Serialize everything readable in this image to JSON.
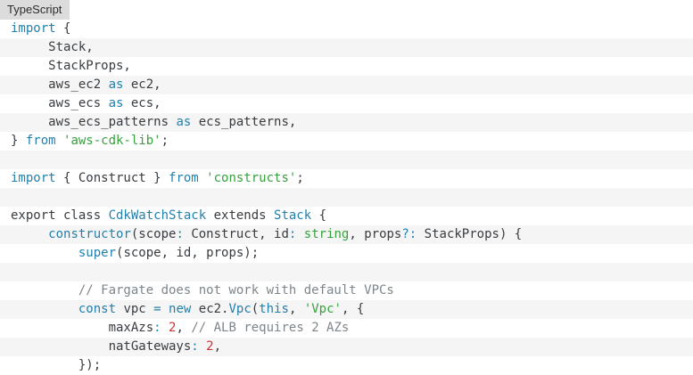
{
  "code_block": {
    "language_label": "TypeScript",
    "colors": {
      "keyword": "#2280ad",
      "type_name": "#2280ad",
      "string": "#38a13e",
      "number": "#ca3632",
      "comment": "#7d868c",
      "plain": "#383c40",
      "stripe_row": "#f5f5f5",
      "label_bg": "#dcdcdc",
      "label_text": "#2b2b2b",
      "background": "#ffffff"
    },
    "lines": [
      {
        "tokens": [
          [
            "k",
            "import"
          ],
          [
            "d",
            " {"
          ]
        ]
      },
      {
        "tokens": [
          [
            "d",
            "     Stack,"
          ]
        ]
      },
      {
        "tokens": [
          [
            "d",
            "     StackProps,"
          ]
        ]
      },
      {
        "tokens": [
          [
            "d",
            "     aws_ec2 "
          ],
          [
            "k",
            "as"
          ],
          [
            "d",
            " ec2,"
          ]
        ]
      },
      {
        "tokens": [
          [
            "d",
            "     aws_ecs "
          ],
          [
            "k",
            "as"
          ],
          [
            "d",
            " ecs,"
          ]
        ]
      },
      {
        "tokens": [
          [
            "d",
            "     aws_ecs_patterns "
          ],
          [
            "k",
            "as"
          ],
          [
            "d",
            " ecs_patterns,"
          ]
        ]
      },
      {
        "tokens": [
          [
            "d",
            "} "
          ],
          [
            "k",
            "from"
          ],
          [
            "d",
            " "
          ],
          [
            "s",
            "'aws-cdk-lib'"
          ],
          [
            "d",
            ";"
          ]
        ]
      },
      {
        "tokens": []
      },
      {
        "tokens": [
          [
            "k",
            "import"
          ],
          [
            "d",
            " { Construct } "
          ],
          [
            "k",
            "from"
          ],
          [
            "d",
            " "
          ],
          [
            "s",
            "'constructs'"
          ],
          [
            "d",
            ";"
          ]
        ]
      },
      {
        "tokens": []
      },
      {
        "tokens": [
          [
            "d",
            "export class "
          ],
          [
            "t",
            "CdkWatchStack"
          ],
          [
            "d",
            " extends "
          ],
          [
            "t",
            "Stack"
          ],
          [
            "d",
            " {"
          ]
        ]
      },
      {
        "tokens": [
          [
            "d",
            "     "
          ],
          [
            "k",
            "constructor"
          ],
          [
            "d",
            "(scope"
          ],
          [
            "k",
            ":"
          ],
          [
            "d",
            " Construct, id"
          ],
          [
            "k",
            ":"
          ],
          [
            "d",
            " "
          ],
          [
            "g",
            "string"
          ],
          [
            "d",
            ", props"
          ],
          [
            "k",
            "?:"
          ],
          [
            "d",
            " StackProps) {"
          ]
        ]
      },
      {
        "tokens": [
          [
            "d",
            "         "
          ],
          [
            "k",
            "super"
          ],
          [
            "d",
            "(scope, id, props);"
          ]
        ]
      },
      {
        "tokens": []
      },
      {
        "tokens": [
          [
            "d",
            "         "
          ],
          [
            "c",
            "// Fargate does not work with default VPCs"
          ]
        ]
      },
      {
        "tokens": [
          [
            "d",
            "         "
          ],
          [
            "k",
            "const"
          ],
          [
            "d",
            " vpc "
          ],
          [
            "k",
            "="
          ],
          [
            "d",
            " "
          ],
          [
            "k",
            "new"
          ],
          [
            "d",
            " ec2."
          ],
          [
            "t",
            "Vpc"
          ],
          [
            "d",
            "("
          ],
          [
            "k",
            "this"
          ],
          [
            "d",
            ", "
          ],
          [
            "s",
            "'Vpc'"
          ],
          [
            "d",
            ", {"
          ]
        ]
      },
      {
        "tokens": [
          [
            "d",
            "             maxAzs"
          ],
          [
            "k",
            ":"
          ],
          [
            "d",
            " "
          ],
          [
            "n",
            "2"
          ],
          [
            "d",
            ", "
          ],
          [
            "c",
            "// ALB requires 2 AZs"
          ]
        ]
      },
      {
        "tokens": [
          [
            "d",
            "             natGateways"
          ],
          [
            "k",
            ":"
          ],
          [
            "d",
            " "
          ],
          [
            "n",
            "2"
          ],
          [
            "d",
            ","
          ]
        ]
      },
      {
        "tokens": [
          [
            "d",
            "         });"
          ]
        ]
      }
    ]
  }
}
